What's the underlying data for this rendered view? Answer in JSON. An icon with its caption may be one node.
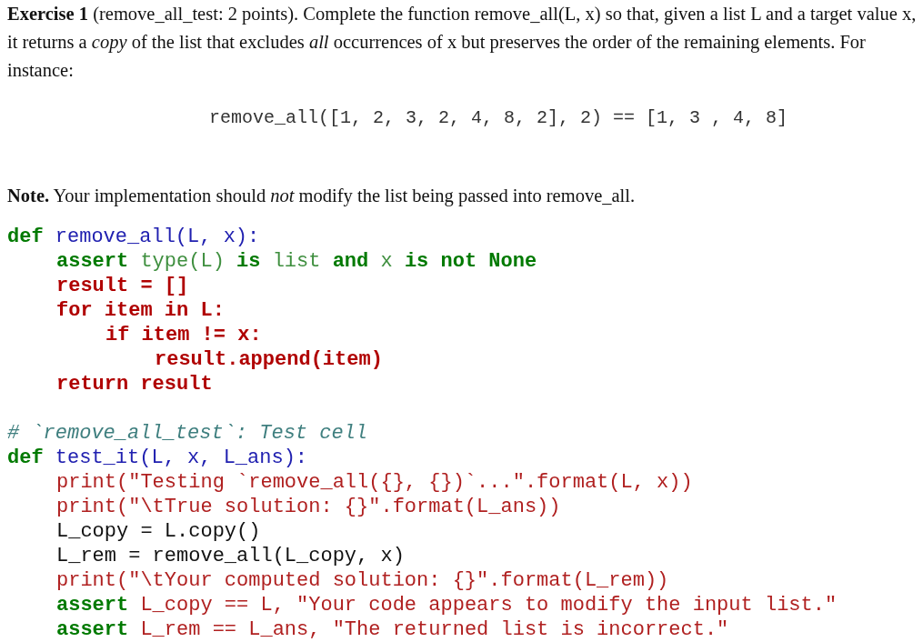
{
  "diagram": {
    "labels": [
      "**Exercise 1** (remove_all_test: 2 points). Complete the function remove_all(L, x) so that, given a list L and a target value x, it returns a *copy* of the list that excludes *all* occurrences of x but preserves the order of the remaining elements. For instance:",
      "remove_all([1, 2, 3, 2, 4, 8, 2], 2) == [1, 3 , 4, 8]",
      "**Note.** Your implementation should *not* modify the list being passed into remove_all.",
      "**def** remove_all(L, x):",
      "**assert** type(L) **is** list **and** x **is not None**",
      "result = []",
      "for item in L:",
      "if item != x:",
      "result.append(item)",
      "return result",
      "# `remove_all_test`: Test cell",
      "**def** test_it(L, x, L_ans):",
      "print(\"Testing `remove_all({}, {})`...\".format(L, x))",
      "print(\"\\tTrue solution: {}\".format(L_ans))",
      "L_copy = L.copy()",
      "L_rem = remove_all(L_copy, x)",
      "print(\"\\tYour computed solution: {}\".format(L_rem))",
      "**assert** L_copy == L, \"Your code appears to modify the input list.\"",
      "**assert** L_rem == L_ans, \"The returned list is incorrect.\""
    ]
  }
}
